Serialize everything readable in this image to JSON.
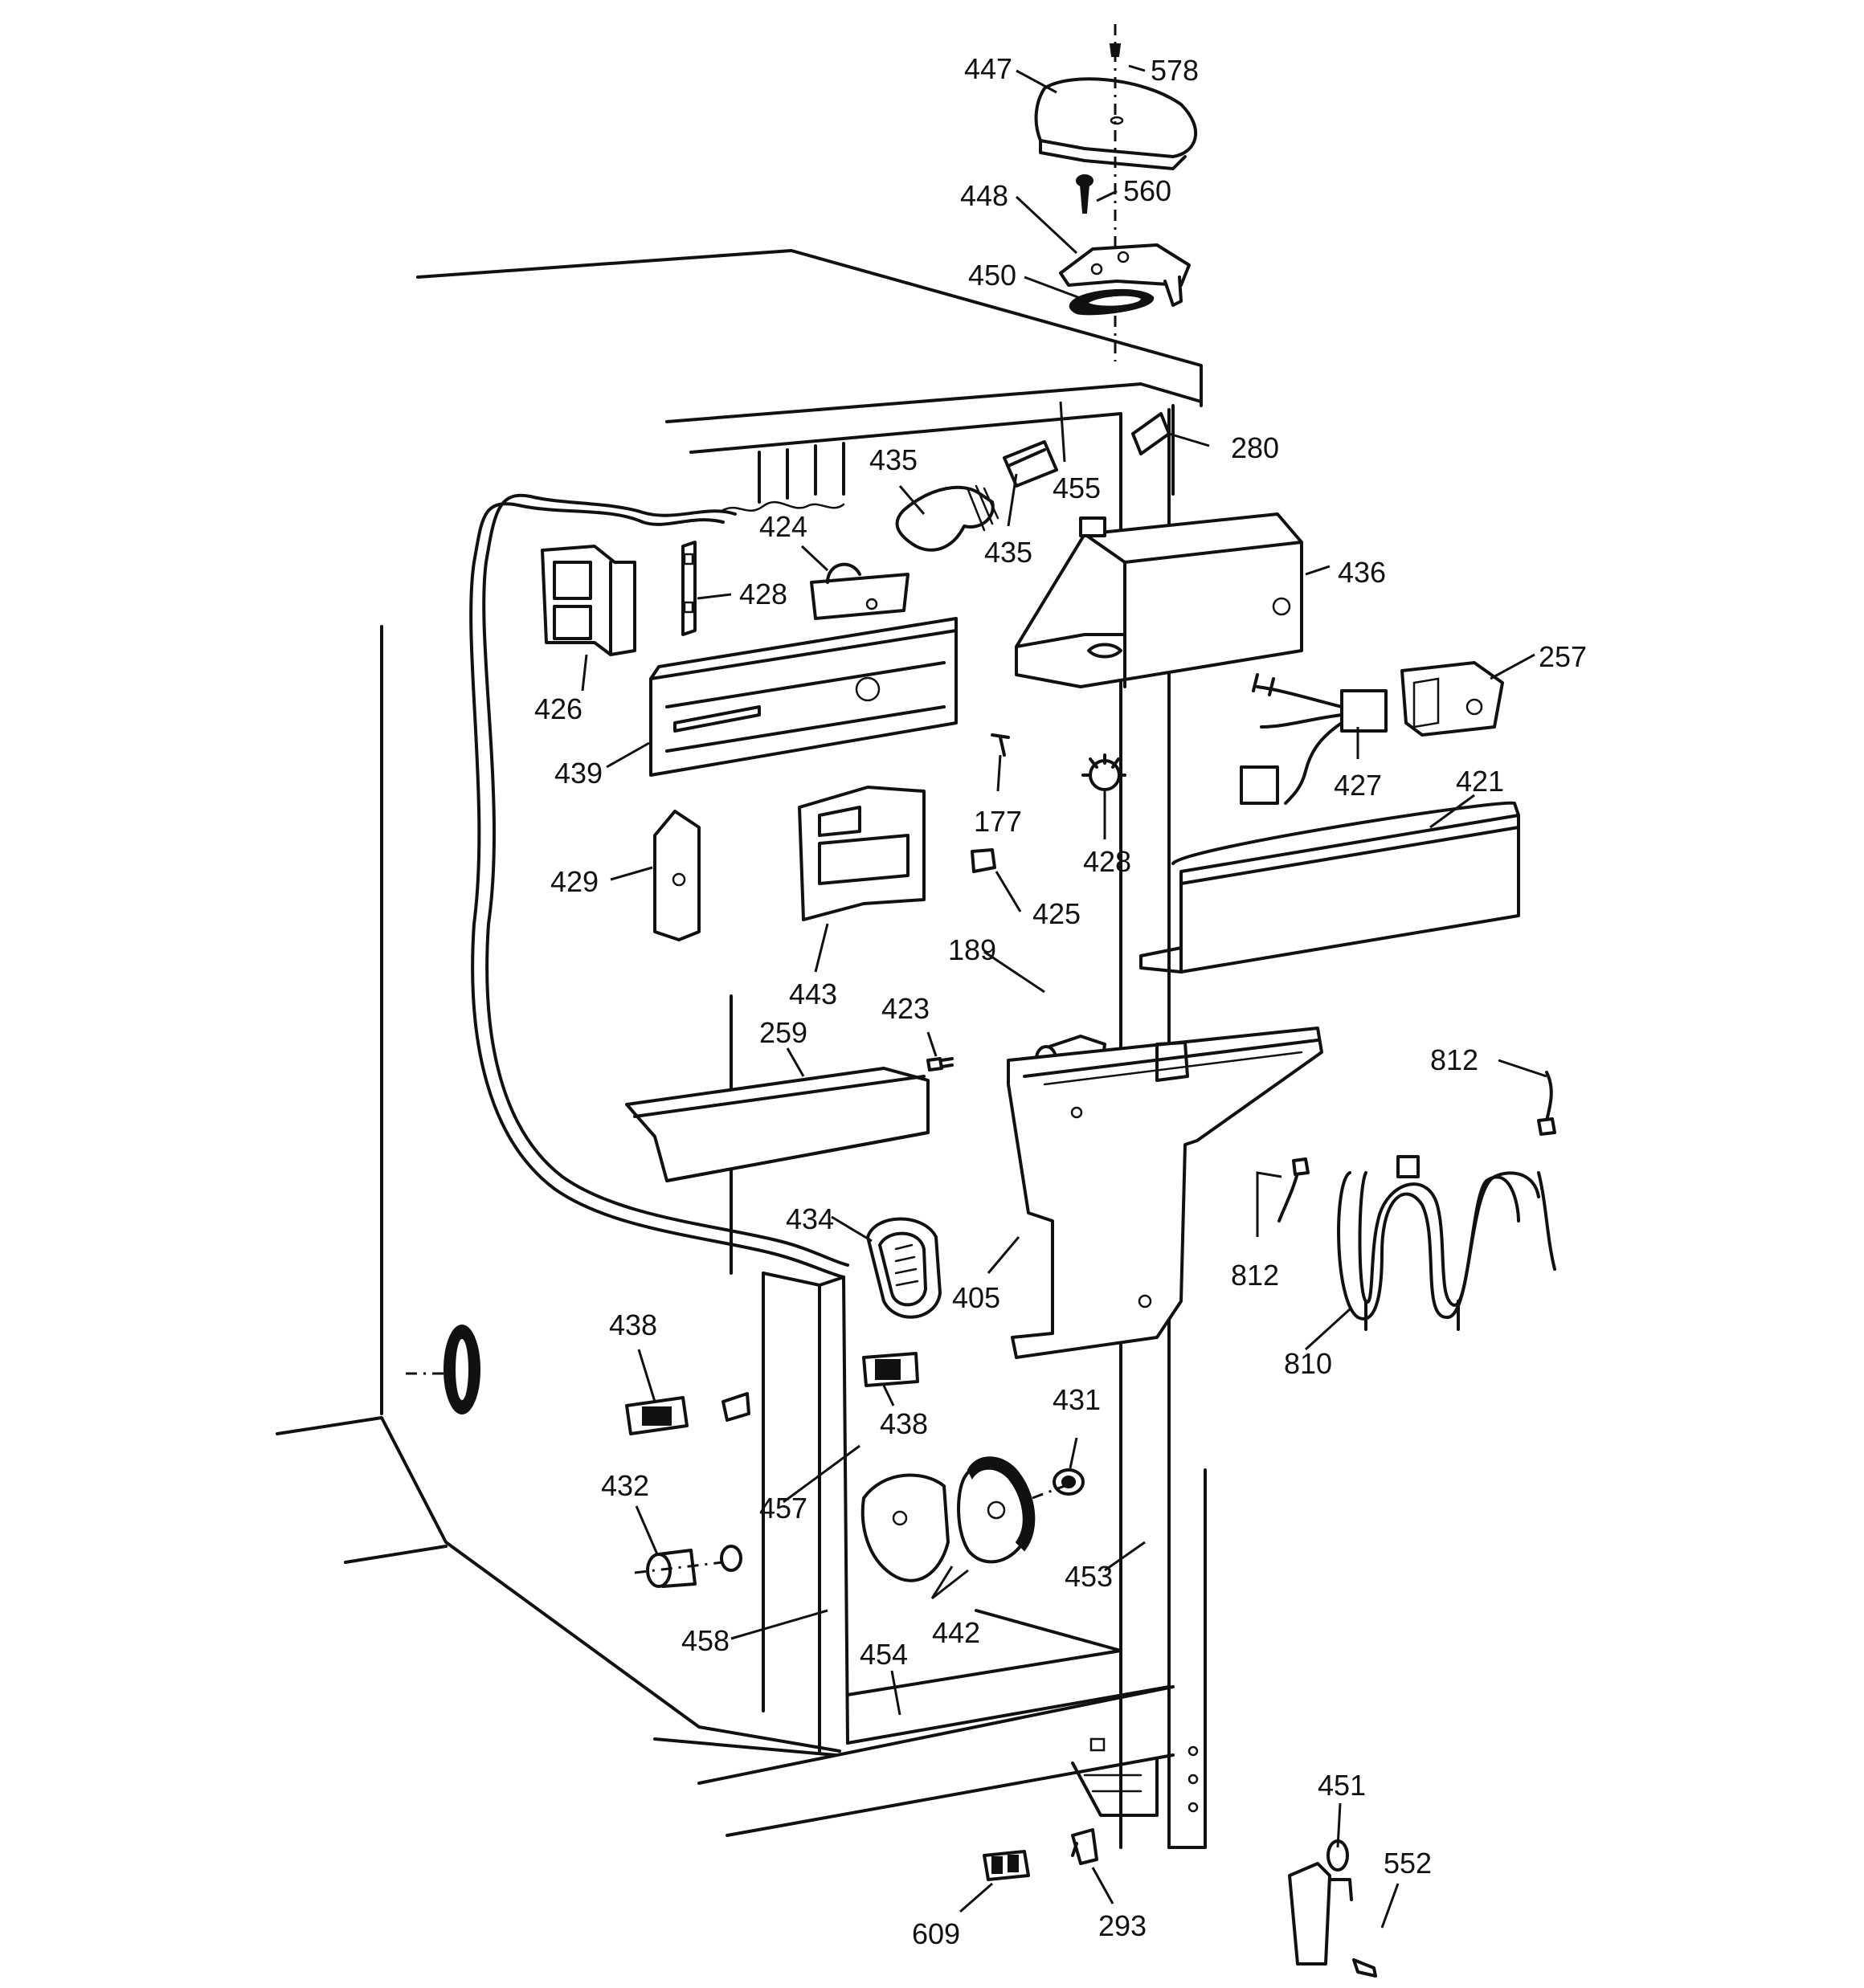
{
  "diagram": {
    "callouts": [
      {
        "id": "578",
        "text": "578"
      },
      {
        "id": "447",
        "text": "447"
      },
      {
        "id": "560",
        "text": "560"
      },
      {
        "id": "448",
        "text": "448"
      },
      {
        "id": "450",
        "text": "450"
      },
      {
        "id": "280",
        "text": "280"
      },
      {
        "id": "435a",
        "text": "435"
      },
      {
        "id": "455",
        "text": "455"
      },
      {
        "id": "435b",
        "text": "435"
      },
      {
        "id": "424",
        "text": "424"
      },
      {
        "id": "428a",
        "text": "428"
      },
      {
        "id": "436",
        "text": "436"
      },
      {
        "id": "257",
        "text": "257"
      },
      {
        "id": "426",
        "text": "426"
      },
      {
        "id": "439",
        "text": "439"
      },
      {
        "id": "177",
        "text": "177"
      },
      {
        "id": "427",
        "text": "427"
      },
      {
        "id": "421",
        "text": "421"
      },
      {
        "id": "428b",
        "text": "428"
      },
      {
        "id": "429",
        "text": "429"
      },
      {
        "id": "425",
        "text": "425"
      },
      {
        "id": "189",
        "text": "189"
      },
      {
        "id": "443",
        "text": "443"
      },
      {
        "id": "423",
        "text": "423"
      },
      {
        "id": "259",
        "text": "259"
      },
      {
        "id": "812a",
        "text": "812"
      },
      {
        "id": "434",
        "text": "434"
      },
      {
        "id": "405",
        "text": "405"
      },
      {
        "id": "812b",
        "text": "812"
      },
      {
        "id": "438a",
        "text": "438"
      },
      {
        "id": "810",
        "text": "810"
      },
      {
        "id": "438b",
        "text": "438"
      },
      {
        "id": "431",
        "text": "431"
      },
      {
        "id": "457",
        "text": "457"
      },
      {
        "id": "432",
        "text": "432"
      },
      {
        "id": "453",
        "text": "453"
      },
      {
        "id": "442",
        "text": "442"
      },
      {
        "id": "458",
        "text": "458"
      },
      {
        "id": "454",
        "text": "454"
      },
      {
        "id": "451",
        "text": "451"
      },
      {
        "id": "552",
        "text": "552"
      },
      {
        "id": "609",
        "text": "609"
      },
      {
        "id": "293",
        "text": "293"
      }
    ]
  }
}
